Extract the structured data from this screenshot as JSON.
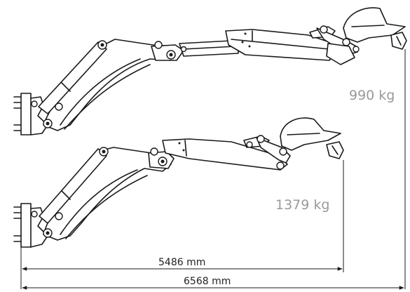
{
  "arms": [
    {
      "id": "extended",
      "max_load": "990 kg"
    },
    {
      "id": "standard",
      "max_load": "1379 kg"
    }
  ],
  "dimensions": [
    {
      "id": "reach-short",
      "value": "5486 mm"
    },
    {
      "id": "reach-long",
      "value": "6568 mm"
    }
  ]
}
